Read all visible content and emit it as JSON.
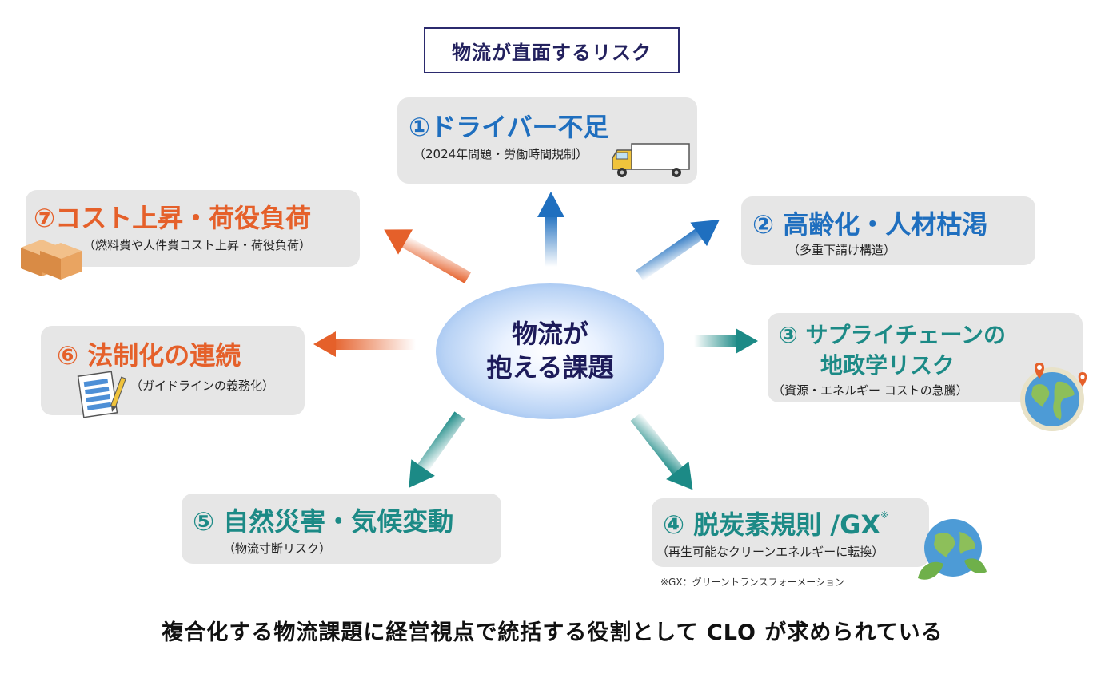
{
  "title": "物流が直面するリスク",
  "center": {
    "line1": "物流が",
    "line2": "抱える課題"
  },
  "risks": [
    {
      "head": "①ドライバー不足",
      "sub": "（2024年問題・労働時間規制）",
      "icon": "truck-icon"
    },
    {
      "head": "② 高齢化・人材枯渇",
      "sub": "（多重下請け構造）"
    },
    {
      "head1": "③ サプライチェーンの",
      "head2": "地政学リスク",
      "sub": "（資源・エネルギー コストの急騰）",
      "icon": "globe-pin-icon"
    },
    {
      "head": "④ 脱炭素規則 /GX",
      "mark": "※",
      "sub": "（再生可能なクリーンエネルギーに転換）",
      "icon": "globe-leaf-icon"
    },
    {
      "head": "⑤ 自然災害・気候変動",
      "sub": "（物流寸断リスク）"
    },
    {
      "head": "⑥ 法制化の連続",
      "sub": "（ガイドラインの義務化）",
      "icon": "document-pen-icon"
    },
    {
      "head": "⑦コスト上昇・荷役負荷",
      "sub": "（燃料費や人件費コスト上昇・荷役負荷）",
      "icon": "boxes-icon"
    }
  ],
  "footnote": "※GX：グリーントランスフォーメーション",
  "footer": "複合化する物流課題に経営視点で統括する役割として CLO が求められている",
  "colors": {
    "blue": "#1f6fbf",
    "orange": "#e5602a",
    "teal": "#1c8a86",
    "navy": "#23215e",
    "card": "#e6e6e6"
  }
}
